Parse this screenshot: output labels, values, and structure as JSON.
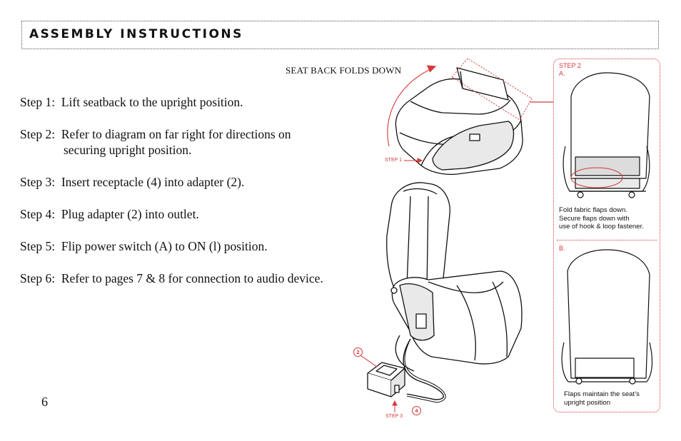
{
  "header": {
    "title": "ASSEMBLY INSTRUCTIONS"
  },
  "steps": [
    {
      "label": "Step 1:",
      "text": "Lift seatback to the upright position."
    },
    {
      "label": "Step 2:",
      "text": "Refer to diagram on far right for directions on",
      "text2": "securing upright position."
    },
    {
      "label": "Step 3:",
      "text": "Insert receptacle (4) into adapter (2)."
    },
    {
      "label": "Step 4:",
      "text": "Plug adapter (2) into outlet."
    },
    {
      "label": "Step 5:",
      "text": "Flip power switch (A) to ON (l) position."
    },
    {
      "label": "Step 6:",
      "text": "Refer to pages 7 & 8 for connection to audio device."
    }
  ],
  "page_number": "6",
  "diagram": {
    "seat_back_label": "SEAT BACK FOLDS DOWN",
    "step1_label": "STEP 1",
    "step3_label": "STEP 3",
    "callout_adapter": "2",
    "callout_receptacle": "4"
  },
  "panel": {
    "step_label": "STEP 2",
    "a_label": "A.",
    "a_text": [
      "Fold fabric flaps down.",
      "Secure flaps down with",
      "use of hook & loop fastener."
    ],
    "b_label": "B.",
    "b_text": [
      "Flaps maintain the seat’s",
      "upright position"
    ]
  },
  "colors": {
    "accent": "#d43a3a",
    "text": "#111111"
  }
}
